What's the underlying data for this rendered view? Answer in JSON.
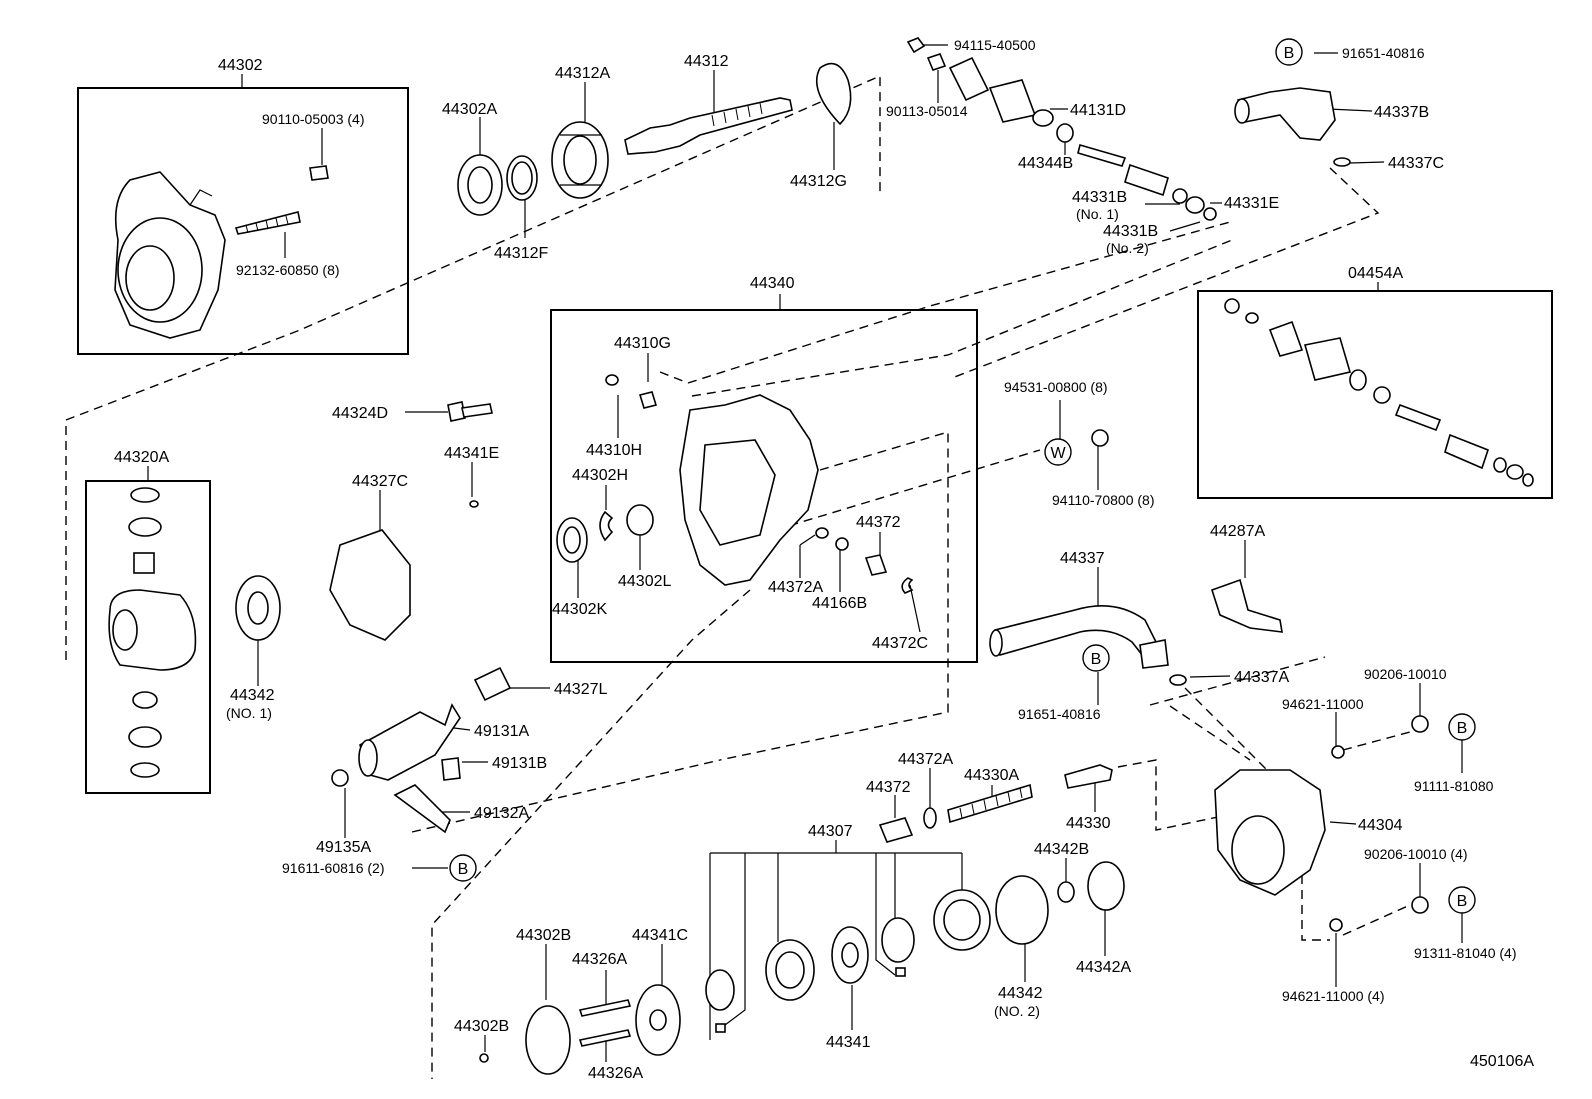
{
  "diagram_code": "450106A",
  "circle_refs": {
    "b": "B",
    "w": "W"
  },
  "labels": {
    "l44302": "44302",
    "l90110": "90110-05003 (4)",
    "l92132": "92132-60850 (8)",
    "l44302A": "44302A",
    "l44312A": "44312A",
    "l44312": "44312",
    "l44312F": "44312F",
    "l44312G": "44312G",
    "l94115": "94115-40500",
    "l90113": "90113-05014",
    "l44131D": "44131D",
    "l44344B": "44344B",
    "l44331B1": "44331B",
    "l44331B1n": "(No. 1)",
    "l44331E": "44331E",
    "l44331B2": "44331B",
    "l44331B2n": "(No. 2)",
    "l91651top": "91651-40816",
    "l44337B": "44337B",
    "l44337C": "44337C",
    "l04454A": "04454A",
    "l44340": "44340",
    "l44310G": "44310G",
    "l44310H": "44310H",
    "l44302H": "44302H",
    "l44302L": "44302L",
    "l44302K": "44302K",
    "l44372top": "44372",
    "l44372Atop": "44372A",
    "l44166B": "44166B",
    "l44372C": "44372C",
    "l94531": "94531-00800 (8)",
    "l94110": "94110-70800 (8)",
    "l44324D": "44324D",
    "l44341E": "44341E",
    "l44327C": "44327C",
    "l44320A": "44320A",
    "l44342n1": "44342",
    "l44342n1n": "(NO. 1)",
    "l44327L": "44327L",
    "l49131A": "49131A",
    "l49131B": "49131B",
    "l49132A": "49132A",
    "l49135A": "49135A",
    "l91611": "91611-60816 (2)",
    "l44337": "44337",
    "l91651mid": "91651-40816",
    "l44287A": "44287A",
    "l44337A": "44337A",
    "l90206a": "90206-10010",
    "l94621a": "94621-11000",
    "l91111": "91111-81080",
    "l44304": "44304",
    "l90206b": "90206-10010 (4)",
    "l91311": "91311-81040 (4)",
    "l94621b": "94621-11000 (4)",
    "l44372Amid": "44372A",
    "l44330A": "44330A",
    "l44372mid": "44372",
    "l44330": "44330",
    "l44307": "44307",
    "l44342B": "44342B",
    "l44342A": "44342A",
    "l44342n2": "44342",
    "l44342n2n": "(NO. 2)",
    "l44341": "44341",
    "l44341C": "44341C",
    "l44302Btop": "44302B",
    "l44326Atop": "44326A",
    "l44302Bleft": "44302B",
    "l44326Abot": "44326A"
  }
}
